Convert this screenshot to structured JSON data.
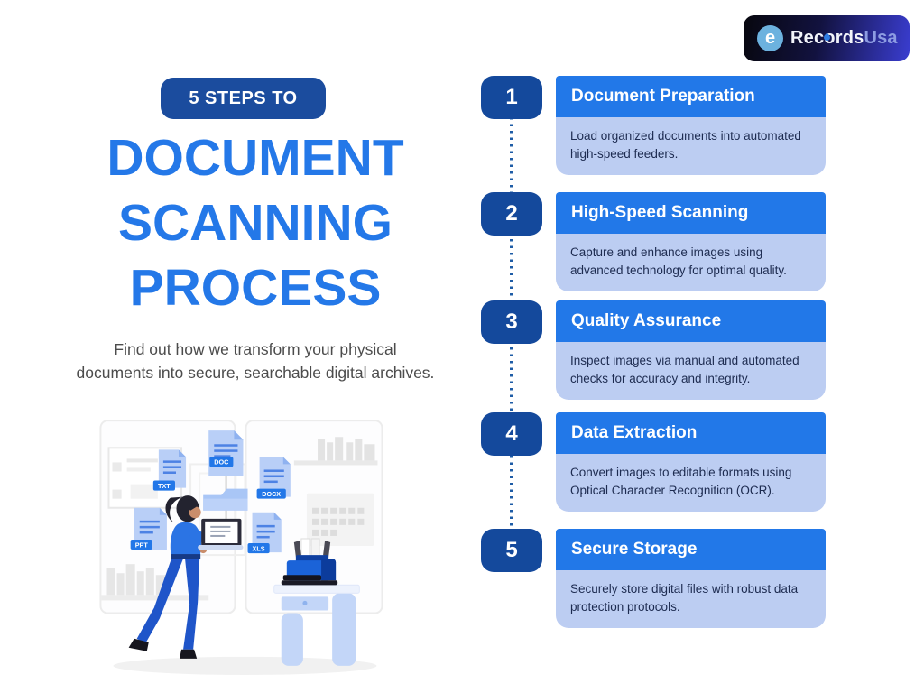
{
  "logo": {
    "icon_letter": "e",
    "brand_primary": "Records",
    "brand_secondary": "Usa"
  },
  "header": {
    "badge": "5 STEPS TO",
    "title_lines": [
      "DOCUMENT",
      "SCANNING",
      "PROCESS"
    ],
    "subtitle_lines": [
      "Find out how we transform your physical",
      "documents into secure, searchable digital archives."
    ]
  },
  "steps": [
    {
      "number": "1",
      "title": "Document Preparation",
      "description": "Load organized documents into automated high-speed feeders."
    },
    {
      "number": "2",
      "title": "High-Speed Scanning",
      "description": "Capture and enhance images using advanced technology for optimal quality."
    },
    {
      "number": "3",
      "title": "Quality Assurance",
      "description": "Inspect images via manual and automated checks for accuracy and integrity."
    },
    {
      "number": "4",
      "title": "Data Extraction",
      "description": "Convert images to editable formats using Optical Character Recognition (OCR)."
    },
    {
      "number": "5",
      "title": "Secure Storage",
      "description": "Securely store digital files with robust data protection protocols."
    }
  ],
  "illustration": {
    "file_labels": [
      "TXT",
      "DOC",
      "DOCX",
      "PPT",
      "XLS"
    ]
  },
  "colors": {
    "accent_blue": "#2278e8",
    "dark_blue": "#14499c",
    "light_blue_panel": "#bccdf2",
    "logo_gradient_end": "#3a3dd0",
    "logo_circle": "#6cb2df"
  }
}
